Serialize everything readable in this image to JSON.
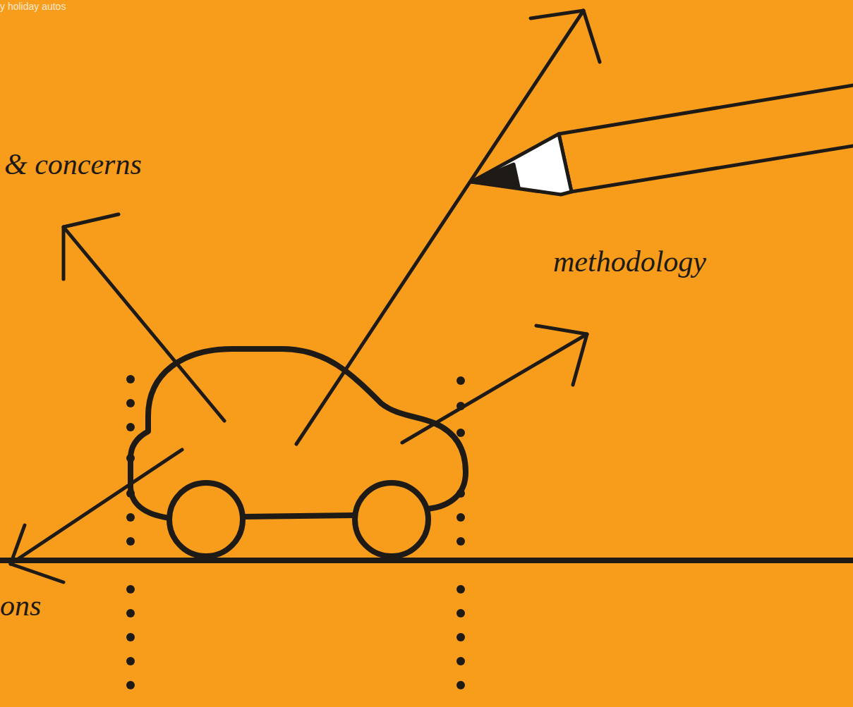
{
  "diagram": {
    "labels": [
      "y holiday autos",
      "& concerns",
      "methodology",
      "ons"
    ]
  }
}
